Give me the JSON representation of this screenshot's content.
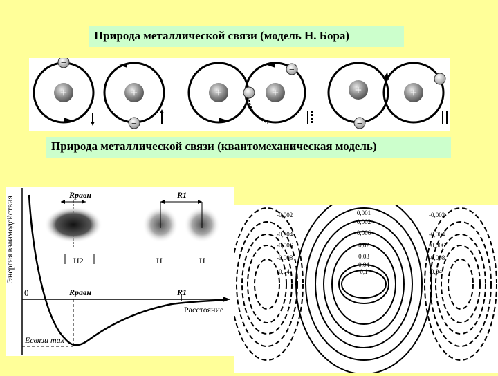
{
  "titles": {
    "bohr_model": "Природа металлической связи (модель Н. Бора)",
    "quantum_model": "Природа металлической связи (квантомеханическая модель)"
  },
  "bohr_diagram": {
    "nucleus_sign": "+",
    "electron_sign": "−"
  },
  "energy_plot": {
    "ylabel": "Энергия взаимодействия",
    "xlabel": "Расстояние",
    "origin_label": "0",
    "r_eq_label": "Rравн",
    "r1_label": "R1",
    "emax_label": "Eсвязи max",
    "h2_label": "H2",
    "h_label_left": "H",
    "h_label_right": "H"
  },
  "contour_plot": {
    "center_labels": [
      "0,001",
      "0,002",
      "0,006",
      "0,02",
      "0,03",
      "0,04",
      "0,1"
    ],
    "left_labels": [
      "-0,002",
      "-0,004",
      "-0,006",
      "-0,008",
      "-0,04"
    ],
    "right_labels": [
      "-0,002",
      "-0,004",
      "-0,006",
      "-0,008",
      "-0,04"
    ]
  }
}
